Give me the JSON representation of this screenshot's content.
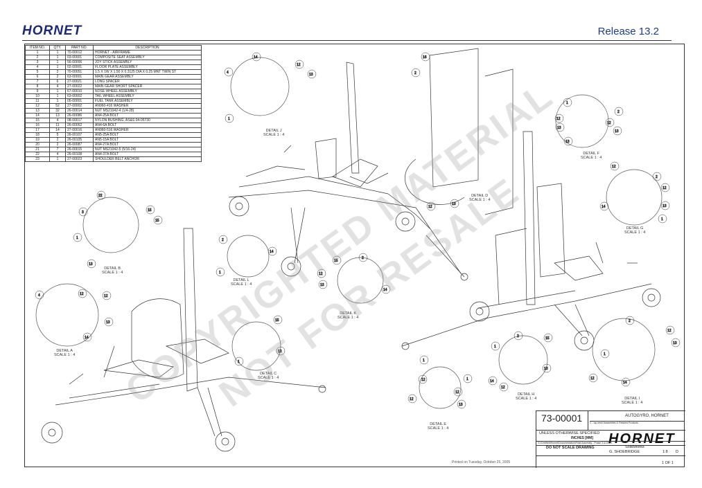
{
  "header": {
    "logo": "HORNET",
    "release": "Release 13.2"
  },
  "bom": {
    "headers": [
      "ITEM NO.",
      "QTY.",
      "PART NO.",
      "DESCRIPTION"
    ],
    "rows": [
      [
        "1",
        "1",
        "70-00012",
        "HORNET - AIRFRAME"
      ],
      [
        "2",
        "1",
        "03-00001",
        "COMPOSITE SEAT ASSEMBLY"
      ],
      [
        "3",
        "1",
        "56-00006",
        "JOY STICK ASSEMBLY"
      ],
      [
        "4",
        "1",
        "02-00001",
        "FLOOR PLATE ASSEMBLY"
      ],
      [
        "5",
        "2",
        "70-00051",
        "1.5 X 1W X 1.50 X 0.3125 DIA X 0.25 MNT TWIN ST"
      ],
      [
        "6",
        "2",
        "63-00001",
        "MAIN GEAR ASSEMBLY"
      ],
      [
        "7",
        "6",
        "27-00021",
        "LONG SPACER"
      ],
      [
        "8",
        "4",
        "27-00022",
        "MAIN GEAR SHORT SPACER"
      ],
      [
        "9",
        "1",
        "67-00010",
        "NOSE WHEEL ASSEMBLY"
      ],
      [
        "10",
        "1",
        "63-00002",
        "TAIL WHEEL ASSEMBLY"
      ],
      [
        "11",
        "1",
        "05-00001",
        "FUEL TANK ASSEMBLY"
      ],
      [
        "12",
        "52",
        "27-00002",
        "AN960-416 WASHER"
      ],
      [
        "13",
        "32",
        "26-00014",
        "NUT MS21042-4 (1/4-28)"
      ],
      [
        "14",
        "13",
        "26-00086",
        "AN4-25A BOLT"
      ],
      [
        "15",
        "4",
        "08-00017",
        "NYLON BUSHING, AS&S 04-05730"
      ],
      [
        "16",
        "11",
        "26-00052",
        "AN4-6A BOLT"
      ],
      [
        "17",
        "14",
        "27-00016",
        "AN960-516 WASHER"
      ],
      [
        "18",
        "5",
        "26-00107",
        "AN5-25A BOLT"
      ],
      [
        "19",
        "2",
        "26-00105",
        "AN5-15A BOLT"
      ],
      [
        "20",
        "2",
        "26-00087",
        "AN4-27A BOLT"
      ],
      [
        "21",
        "7",
        "26-00015",
        "NUT MS21042-5 (5/16-24)"
      ],
      [
        "22",
        "4",
        "26-00108",
        "AN4-37A BOLT"
      ],
      [
        "23",
        "1",
        "27-00023",
        "SHOULDER BELT ANCHOR"
      ]
    ]
  },
  "details": {
    "a": {
      "name": "DETAIL A",
      "scale": "SCALE 1 : 4"
    },
    "b": {
      "name": "DETAIL B",
      "scale": "SCALE 1 : 4"
    },
    "c": {
      "name": "DETAIL C",
      "scale": "SCALE 1 : 4"
    },
    "d": {
      "name": "DETAIL D",
      "scale": "SCALE 1 : 4"
    },
    "e": {
      "name": "DETAIL E",
      "scale": "SCALE 1 : 4"
    },
    "f": {
      "name": "DETAIL F",
      "scale": "SCALE 1 : 4"
    },
    "g": {
      "name": "DETAIL G",
      "scale": "SCALE 1 : 4"
    },
    "h": {
      "name": "DETAIL H",
      "scale": "SCALE 1 : 4"
    },
    "i": {
      "name": "DETAIL I",
      "scale": "SCALE 1 : 4"
    },
    "j": {
      "name": "DETAIL J",
      "scale": "SCALE 1 : 4"
    },
    "k": {
      "name": "DETAIL K",
      "scale": "SCALE 1 : 4"
    },
    "l": {
      "name": "DETAIL L",
      "scale": "SCALE 1 : 4"
    }
  },
  "watermark": {
    "line1": "COPYRIGHTED MATERIAL",
    "line2": "NOT FOR RESALE"
  },
  "title_block": {
    "part_number": "73-00001",
    "title": "AUTOGYRO, HORNET",
    "subtitle": "C - top-level Assemblies & Finished Products",
    "unless": "UNLESS OTHERWISE SPECIFIED",
    "units": "INCHES [MM]",
    "logo": "HORNET",
    "path": "G:\\Certified\\Hornet\\Documentation\\Final Assembly - Phase 3 & DWG",
    "no_scale": "DO NOT SCALE DRAWING",
    "software": "SolidWorks",
    "drawn_by": "G. SHOEBRIDGE",
    "scale": "1:8",
    "rev": "D",
    "sheet": "1 OF 1"
  },
  "printed": "Printed on Tuesday, October 25, 2005",
  "colors": {
    "logo": "#1a2a78",
    "release": "#1a3c8c",
    "line": "#333333"
  }
}
